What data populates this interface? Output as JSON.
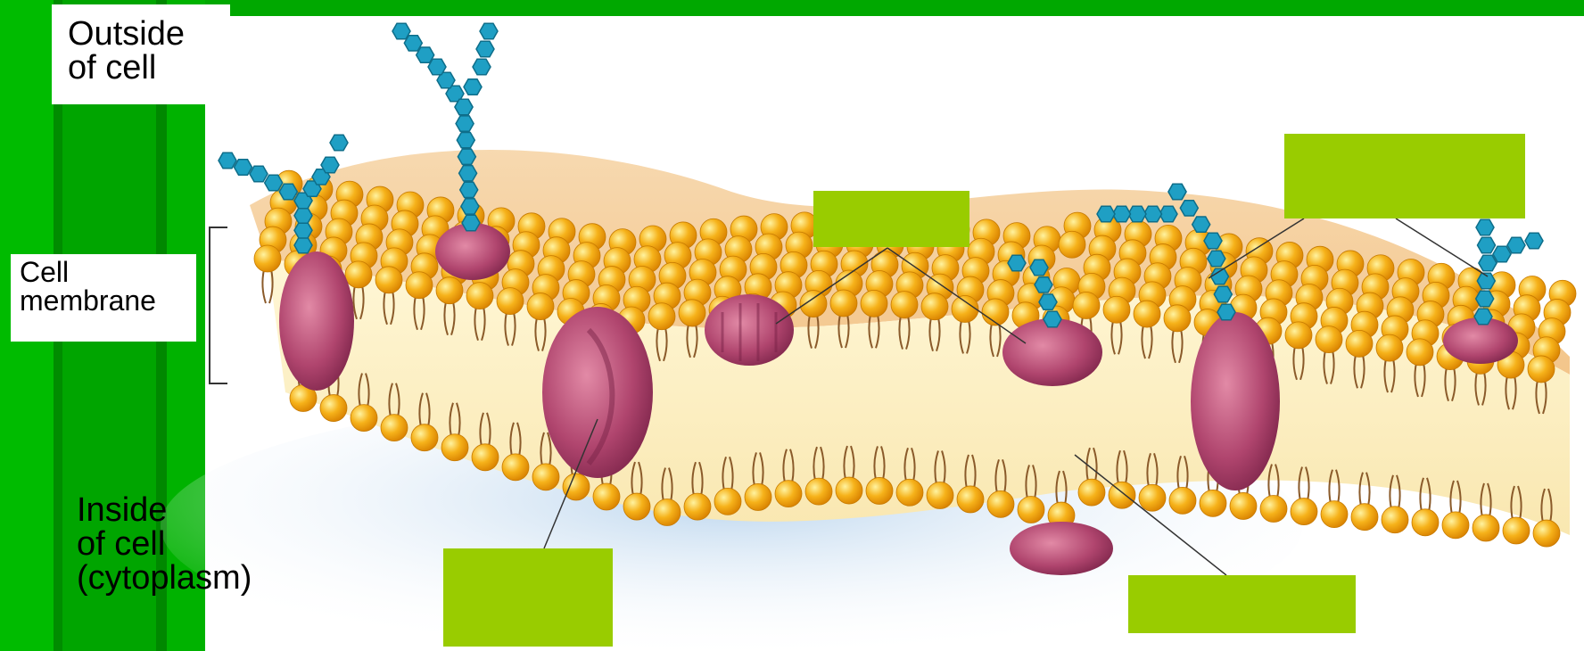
{
  "labels": {
    "outside_line1": "Outside",
    "outside_line2": "of cell",
    "membrane_line1": "Cell",
    "membrane_line2": "membrane",
    "inside_line1": "Inside",
    "inside_line2": "of cell",
    "inside_line3": "(cytoplasm)"
  },
  "colors": {
    "background_green": "#00a800",
    "blank_label_green": "#99cc00",
    "lipid_head": "#f6b21a",
    "protein": "#b0456e",
    "carbohydrate": "#1f9fc4"
  },
  "blank_labels": [
    "blank-label-1",
    "blank-label-2",
    "blank-label-3",
    "blank-label-4",
    "blank-label-5"
  ]
}
